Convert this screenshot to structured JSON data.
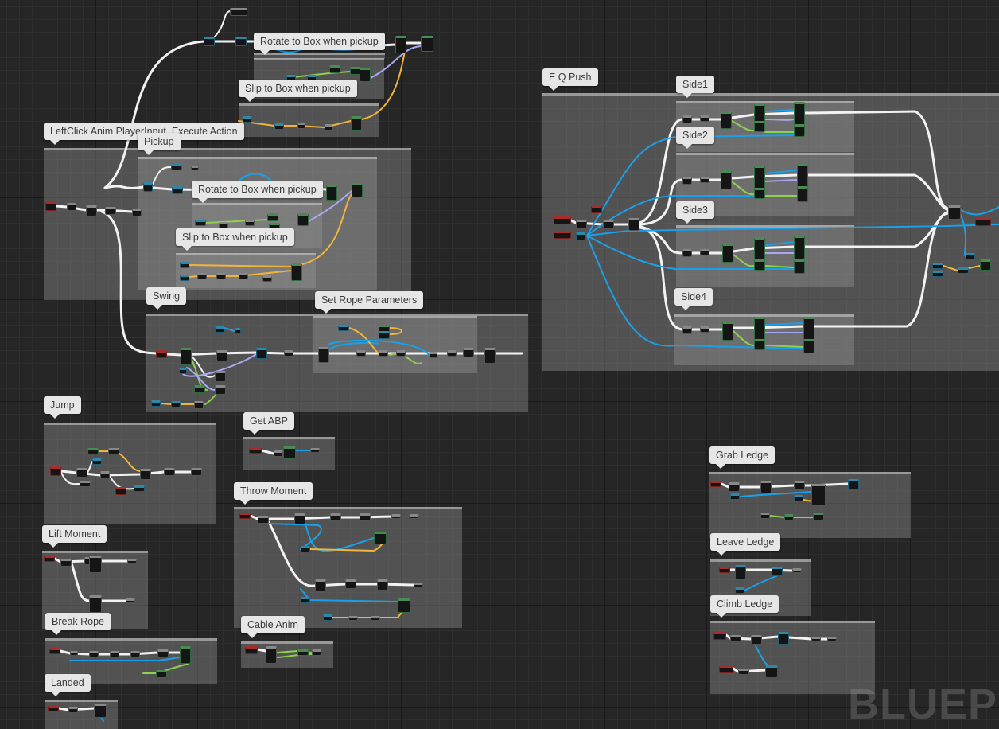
{
  "watermark": "BLUEPR",
  "colors": {
    "exec": "#f2f2f2",
    "object": "#1aa0e8",
    "float": "#f0b43c",
    "bool": "#8fd14f",
    "struct": "#a8a8f0",
    "event": "#b01e1e"
  },
  "comments": [
    {
      "name": "comment-rotate-to-box-top",
      "label": "Rotate to Box when pickup"
    },
    {
      "name": "comment-slip-to-box-top",
      "label": "Slip to Box when pickup"
    },
    {
      "name": "comment-leftclick",
      "label": "LeftClick Anim PlayerInput, Execute Action"
    },
    {
      "name": "comment-pickup",
      "label": "Pickup"
    },
    {
      "name": "comment-rotate-to-box-inner",
      "label": "Rotate to Box when pickup"
    },
    {
      "name": "comment-slip-to-box-inner",
      "label": "Slip to Box when pickup"
    },
    {
      "name": "comment-swing",
      "label": "Swing"
    },
    {
      "name": "comment-set-rope-parameters",
      "label": "Set Rope Parameters"
    },
    {
      "name": "comment-eq-push",
      "label": "E Q Push"
    },
    {
      "name": "comment-side1",
      "label": "Side1"
    },
    {
      "name": "comment-side2",
      "label": "Side2"
    },
    {
      "name": "comment-side3",
      "label": "Side3"
    },
    {
      "name": "comment-side4",
      "label": "Side4"
    },
    {
      "name": "comment-jump",
      "label": "Jump"
    },
    {
      "name": "comment-get-abp",
      "label": "Get ABP"
    },
    {
      "name": "comment-throw-moment",
      "label": "Throw Moment"
    },
    {
      "name": "comment-lift-moment",
      "label": "Lift Moment"
    },
    {
      "name": "comment-break-rope",
      "label": "Break Rope"
    },
    {
      "name": "comment-cable-anim",
      "label": "Cable Anim"
    },
    {
      "name": "comment-landed",
      "label": "Landed"
    },
    {
      "name": "comment-grab-ledge",
      "label": "Grab Ledge"
    },
    {
      "name": "comment-leave-ledge",
      "label": "Leave Ledge"
    },
    {
      "name": "comment-climb-ledge",
      "label": "Climb Ledge"
    }
  ]
}
